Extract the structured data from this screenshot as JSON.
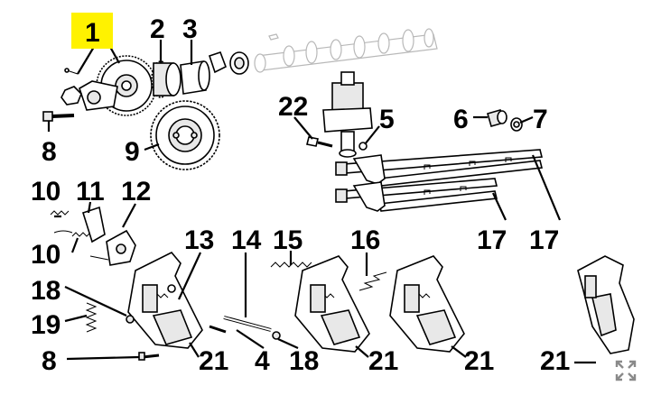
{
  "callouts": {
    "c1": "1",
    "c2": "2",
    "c3": "3",
    "c4": "4",
    "c5": "5",
    "c6": "6",
    "c7": "7",
    "c8a": "8",
    "c8b": "8",
    "c9": "9",
    "c10a": "10",
    "c10b": "10",
    "c11": "11",
    "c12": "12",
    "c13": "13",
    "c14": "14",
    "c15": "15",
    "c16": "16",
    "c17a": "17",
    "c17b": "17",
    "c18a": "18",
    "c18b": "18",
    "c19": "19",
    "c21a": "21",
    "c21b": "21",
    "c21c": "21",
    "c21d": "21",
    "c22": "22"
  },
  "highlight_color": "#fff200",
  "expand_icon": "expand-arrows-icon"
}
